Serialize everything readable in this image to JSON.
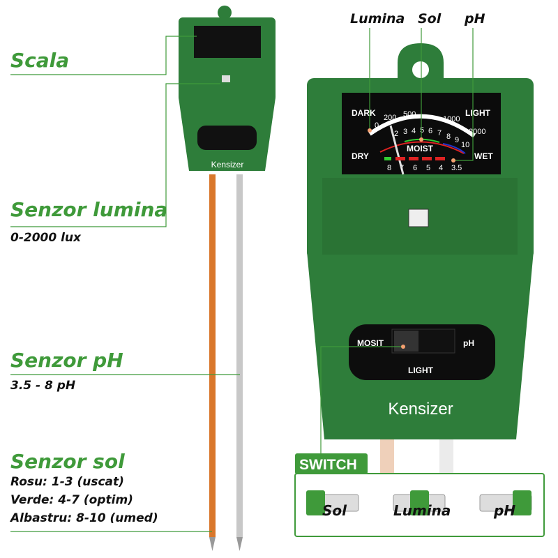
{
  "labels": {
    "scala": "Scala",
    "light_sensor": "Senzor lumina",
    "light_range": "0-2000 lux",
    "ph_sensor": "Senzor pH",
    "ph_range": "3.5 - 8 pH",
    "soil_sensor": "Senzor sol",
    "soil_red": "Rosu: 1-3 (uscat)",
    "soil_green": "Verde: 4-7 (optim)",
    "soil_blue": "Albastru: 8-10 (umed)"
  },
  "top_labels": {
    "lumina": "Lumina",
    "sol": "Sol",
    "ph": "pH"
  },
  "meter": {
    "dark": "DARK",
    "light": "LIGHT",
    "dry": "DRY",
    "wet": "WET",
    "moist": "MOIST",
    "lux_ticks": [
      "0",
      "200",
      "500",
      "1000",
      "2000"
    ],
    "moist_ticks": [
      "2",
      "3",
      "4",
      "5",
      "6",
      "7",
      "8",
      "9",
      "10"
    ],
    "ph_ticks": [
      "8",
      "7",
      "6",
      "5",
      "4",
      "3.5"
    ]
  },
  "device": {
    "brand": "Kensizer",
    "switch_left": "MOSIT",
    "switch_right": "pH",
    "switch_bottom": "LIGHT"
  },
  "switch_panel": {
    "title": "SWITCH",
    "positions": [
      "Sol",
      "Lumina",
      "pH"
    ]
  },
  "colors": {
    "green": "#3f9a3a",
    "body": "#2e7d3a"
  }
}
